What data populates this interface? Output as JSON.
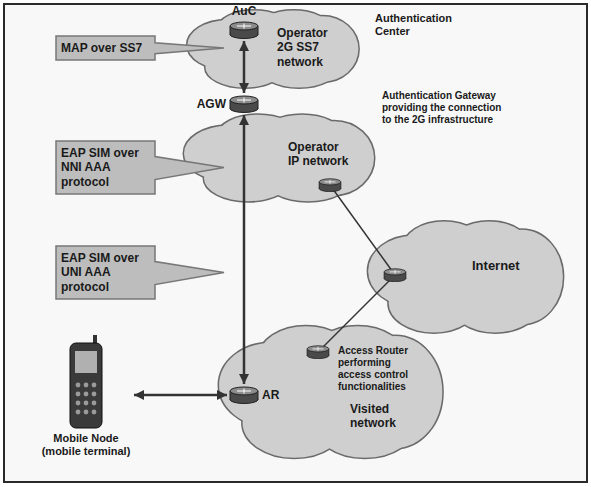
{
  "diagram": {
    "nodes": [
      {
        "text": [
          "Operator 2G SS7 network"
        ]
      },
      {
        "text": [
          "AuC"
        ],
        "in": 0
      },
      {
        "text": [
          "MAP over SS7"
        ]
      },
      {
        "text": [
          "AGW"
        ]
      },
      {
        "text": [
          "Operator IP network"
        ]
      },
      {
        "text": [
          "EAP SIM over NNI AAA protocol"
        ]
      },
      {
        "text": [
          "EAP SIM over UNI AAA protocol"
        ]
      },
      {
        "text": [
          "Internet"
        ]
      },
      {
        "text": [
          "Visited network"
        ]
      },
      {
        "text": [
          "AR"
        ],
        "in": 8
      },
      {
        "text": [
          "Mobile Node (mobile terminal)"
        ]
      }
    ],
    "edges": [
      {
        "from": 1,
        "to": 3,
        "arrow": "both"
      },
      {
        "from": 3,
        "to": 9,
        "arrow": "both"
      },
      {
        "from": 10,
        "to": 9,
        "arrow": "both"
      }
    ],
    "labels": [
      "Authentication Center",
      "Authentication Gateway providing the connection to the 2G infrastructure",
      "Access Router performing access control functionalities"
    ]
  }
}
